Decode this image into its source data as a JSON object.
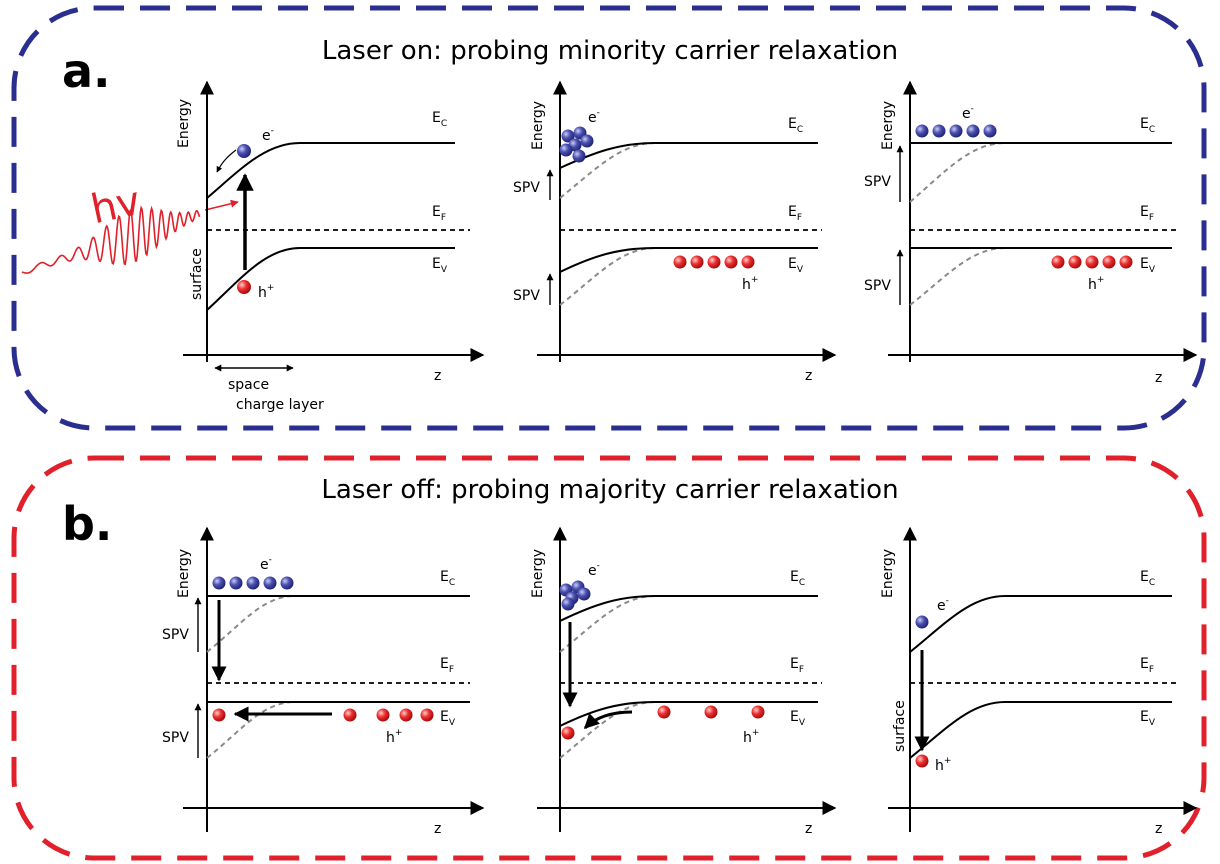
{
  "panel_a": {
    "label": "a.",
    "title": "Laser on: probing minority carrier relaxation",
    "border_color": "#2a2f8f",
    "photon_label": "hv",
    "diagrams": [
      {
        "ylabel": "Energy",
        "xlabel": "z",
        "ec": "E",
        "ec_sub": "C",
        "ef": "E",
        "ef_sub": "F",
        "ev": "E",
        "ev_sub": "V",
        "electron_label": "e",
        "electron_sup": "-",
        "hole_label": "h",
        "hole_sup": "+",
        "surface_label": "surface",
        "scl_line1": "space",
        "scl_line2": "charge layer"
      },
      {
        "ylabel": "Energy",
        "xlabel": "z",
        "ec": "E",
        "ec_sub": "C",
        "ef": "E",
        "ef_sub": "F",
        "ev": "E",
        "ev_sub": "V",
        "electron_label": "e",
        "electron_sup": "-",
        "hole_label": "h",
        "hole_sup": "+",
        "spv_label_1": "SPV",
        "spv_label_2": "SPV"
      },
      {
        "ylabel": "Energy",
        "xlabel": "z",
        "ec": "E",
        "ec_sub": "C",
        "ef": "E",
        "ef_sub": "F",
        "ev": "E",
        "ev_sub": "V",
        "electron_label": "e",
        "electron_sup": "-",
        "hole_label": "h",
        "hole_sup": "+",
        "spv_label_1": "SPV",
        "spv_label_2": "SPV"
      }
    ]
  },
  "panel_b": {
    "label": "b.",
    "title": "Laser off: probing majority carrier relaxation",
    "border_color": "#e0202a",
    "diagrams": [
      {
        "ylabel": "Energy",
        "xlabel": "z",
        "ec": "E",
        "ec_sub": "C",
        "ef": "E",
        "ef_sub": "F",
        "ev": "E",
        "ev_sub": "V",
        "electron_label": "e",
        "electron_sup": "-",
        "hole_label": "h",
        "hole_sup": "+",
        "spv_label_1": "SPV",
        "spv_label_2": "SPV"
      },
      {
        "ylabel": "Energy",
        "xlabel": "z",
        "ec": "E",
        "ec_sub": "C",
        "ef": "E",
        "ef_sub": "F",
        "ev": "E",
        "ev_sub": "V",
        "electron_label": "e",
        "electron_sup": "-",
        "hole_label": "h",
        "hole_sup": "+"
      },
      {
        "ylabel": "Energy",
        "xlabel": "z",
        "ec": "E",
        "ec_sub": "C",
        "ef": "E",
        "ef_sub": "F",
        "ev": "E",
        "ev_sub": "V",
        "electron_label": "e",
        "electron_sup": "-",
        "hole_label": "h",
        "hole_sup": "+",
        "surface_label": "surface"
      }
    ]
  },
  "colors": {
    "electron": "#3a3f9a",
    "hole": "#e02020",
    "photon": "#e0202a",
    "bulk_dashed": "#8a8a8a"
  }
}
